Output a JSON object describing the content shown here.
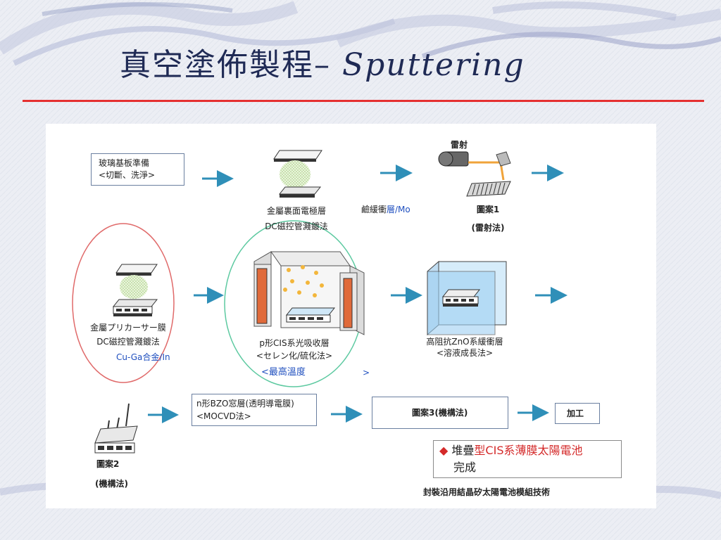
{
  "slide": {
    "title_zh": "真空塗佈製程–",
    "title_en": " Sputtering"
  },
  "diagram": {
    "step1": {
      "line1": "玻璃基板準備",
      "line2": "<切斷、洗淨>"
    },
    "back_electrode": {
      "line1": "金屬裏面電極層",
      "line2": "DC磁控管濺鍍法"
    },
    "buffer_mo_prefix": "鹼緩衝",
    "buffer_mo_suffix": "層/Mo",
    "laser_label": "雷射",
    "pattern1": {
      "line1": "圖案1",
      "line2": "(雷射法)"
    },
    "precursor": {
      "line1": "金屬プリカーサー膜",
      "line2": "DC磁控管濺鍍法",
      "line3": "Cu-Ga合金/In"
    },
    "absorber": {
      "line1": "p形CIS系光吸收層",
      "line2": "<セレン化/硫化法>",
      "line3": "<最高溫度",
      "line4": ">"
    },
    "zno_buffer": {
      "line1": "高阻抗ZnO系緩衝層",
      "line2": "<溶液成長法>"
    },
    "pattern2": {
      "line1": "圖案2",
      "line2": "(機構法)"
    },
    "window": {
      "line1": "n形BZO窓層(透明導電膜)",
      "line2": "<MOCVD法>"
    },
    "pattern3": "圖案3(機構法)",
    "process": "加工",
    "result": {
      "bullet": "◆",
      "line1_a": "堆疊",
      "line1_b": "型CIS系薄膜太陽電池",
      "line2": "完成"
    },
    "footer": "封裝沿用結晶矽太陽電池模組技術"
  },
  "colors": {
    "title": "#1f2a55",
    "rule": "#e53030",
    "arrow": "#2f8fb8",
    "ellipse_red": "#e06a6a",
    "ellipse_green": "#5cc9a0",
    "text_blue": "#1f4fbf",
    "text_red": "#d42a2a"
  }
}
